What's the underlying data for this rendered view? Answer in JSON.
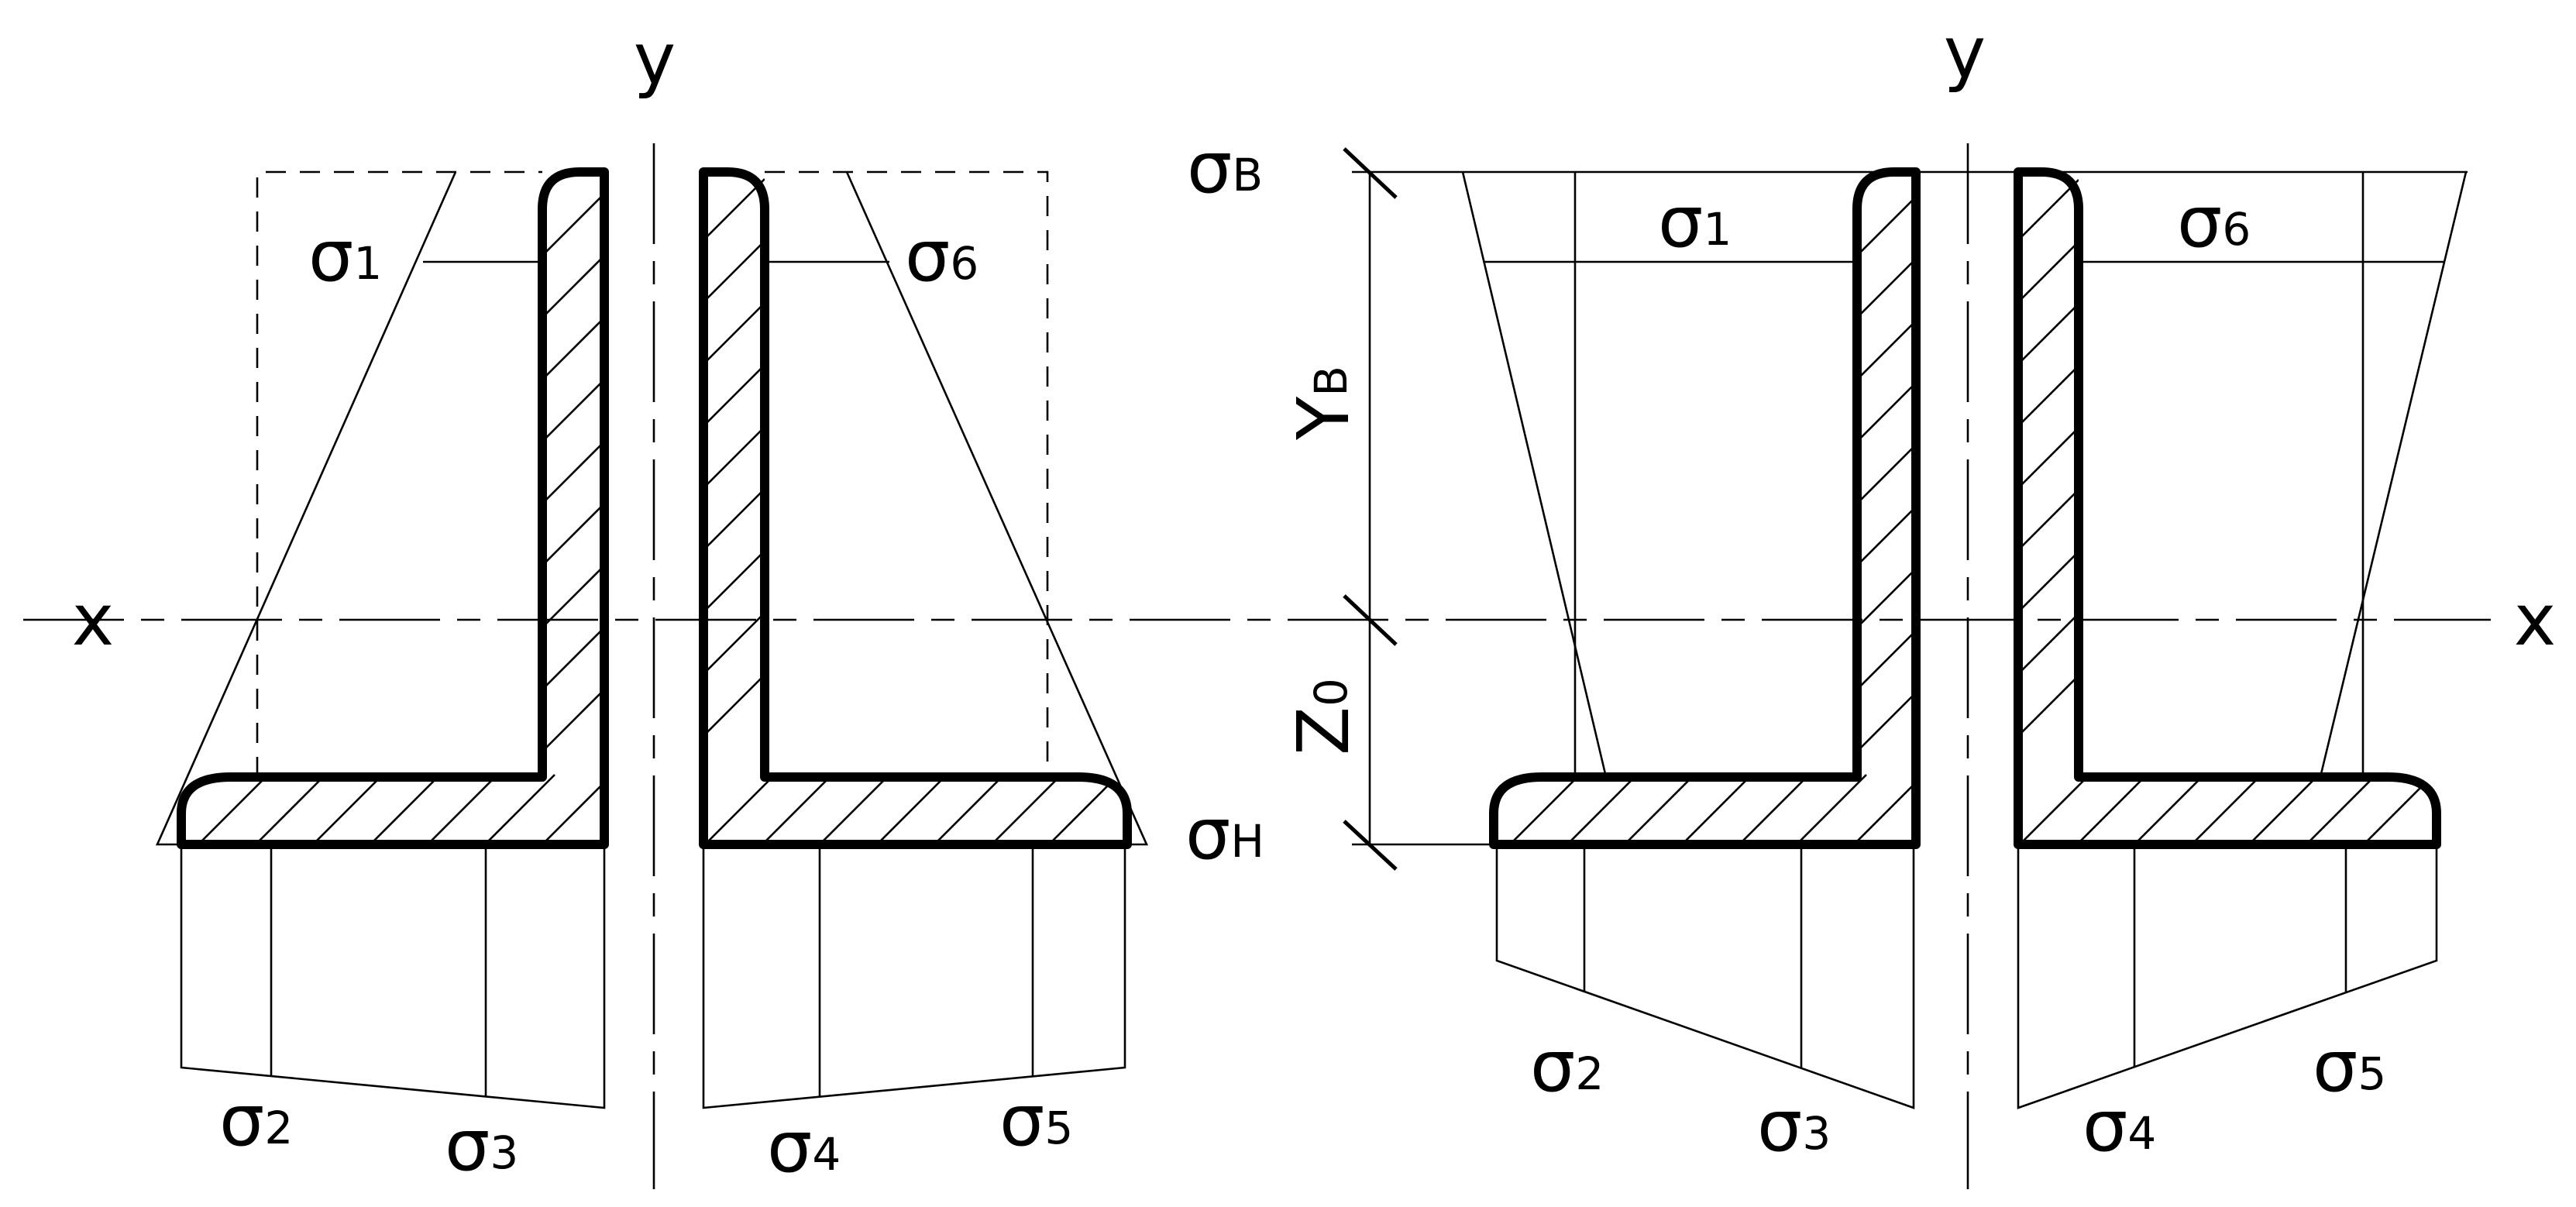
{
  "axes": {
    "x": "x",
    "y_left": "y",
    "y_right": "y"
  },
  "left_diagram": {
    "labels": {
      "s1": {
        "base": "σ",
        "sub": "1"
      },
      "s2": {
        "base": "σ",
        "sub": "2"
      },
      "s3": {
        "base": "σ",
        "sub": "3"
      },
      "s4": {
        "base": "σ",
        "sub": "4"
      },
      "s5": {
        "base": "σ",
        "sub": "5"
      },
      "s6": {
        "base": "σ",
        "sub": "6"
      }
    }
  },
  "right_diagram": {
    "labels": {
      "s1": {
        "base": "σ",
        "sub": "1"
      },
      "s2": {
        "base": "σ",
        "sub": "2"
      },
      "s3": {
        "base": "σ",
        "sub": "3"
      },
      "s4": {
        "base": "σ",
        "sub": "4"
      },
      "s5": {
        "base": "σ",
        "sub": "5"
      },
      "s6": {
        "base": "σ",
        "sub": "6"
      }
    },
    "dimensions": {
      "sigma_top": {
        "base": "σ",
        "sub": "B"
      },
      "sigma_bottom": {
        "base": "σ",
        "sub": "H"
      },
      "y_top": {
        "base": "Y",
        "sub": "B"
      },
      "z0": {
        "base": "Z",
        "sub": "0"
      }
    }
  }
}
